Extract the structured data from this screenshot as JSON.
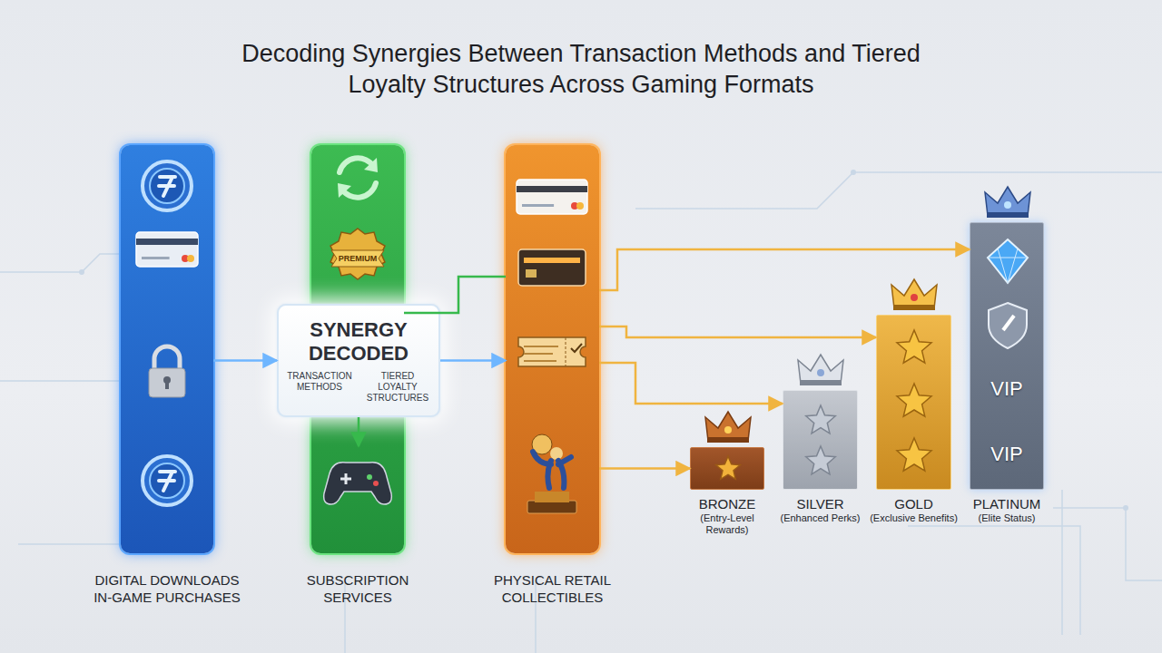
{
  "diagram": {
    "title": "Decoding Synergies Between Transaction Methods and Tiered Loyalty Structures Across Gaming Formats",
    "nodes": [
      {
        "text": [
          "DIGITAL DOWNLOADS IN-GAME PURCHASES"
        ]
      },
      {
        "text": [
          "SUBSCRIPTION SERVICES"
        ]
      },
      {
        "text": [
          "PHYSICAL RETAIL COLLECTIBLES"
        ]
      },
      {
        "text": [
          "SYNERGY DECODED",
          "TRANSACTION METHODS",
          "TIERED LOYALTY STRUCTURES"
        ]
      },
      {
        "text": [
          "BRONZE",
          "(Entry-Level Rewards)"
        ]
      },
      {
        "text": [
          "SILVER",
          "(Enhanced Perks)"
        ]
      },
      {
        "text": [
          "GOLD",
          "(Exclusive Benefits)"
        ]
      },
      {
        "text": [
          "PLATINUM",
          "(Elite Status)",
          "VIP",
          "VIP"
        ]
      }
    ],
    "edges": [
      {
        "from": 0,
        "to": 3,
        "arrow": "to"
      },
      {
        "from": 3,
        "to": 1,
        "arrow": "to"
      },
      {
        "from": 3,
        "to": 2,
        "arrow": "to"
      },
      {
        "from": 1,
        "to": 2,
        "arrow": "none"
      },
      {
        "from": 2,
        "to": 4,
        "arrow": "to"
      },
      {
        "from": 2,
        "to": 5,
        "arrow": "to"
      },
      {
        "from": 2,
        "to": 6,
        "arrow": "to"
      },
      {
        "from": 2,
        "to": 7,
        "arrow": "to"
      }
    ],
    "labels": [
      "PREMIUM"
    ]
  }
}
